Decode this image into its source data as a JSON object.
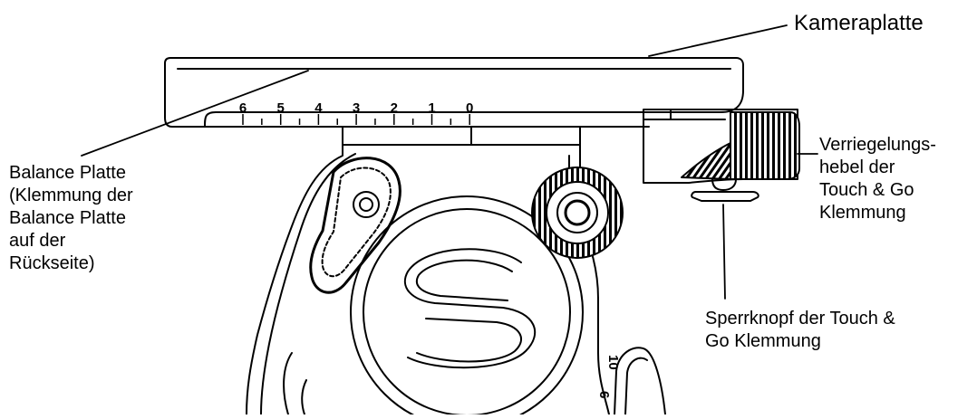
{
  "labels": {
    "kameraplatte": "Kameraplatte",
    "balance_platte": [
      "Balance Platte",
      "(Klemmung der",
      "Balance Platte",
      "auf der",
      "Rückseite)"
    ],
    "verriegelungshebel": [
      "Verriegelungs-",
      "hebel der",
      "Touch & Go",
      "Klemmung"
    ],
    "sperrknopf": [
      "Sperrknopf der Touch &",
      "Go Klemmung"
    ]
  },
  "scale": {
    "ticks": [
      "6",
      "5",
      "4",
      "3",
      "2",
      "1",
      "0"
    ]
  },
  "head_markings": [
    "10",
    "6"
  ],
  "colors": {
    "line": "#000000",
    "background": "#ffffff"
  }
}
